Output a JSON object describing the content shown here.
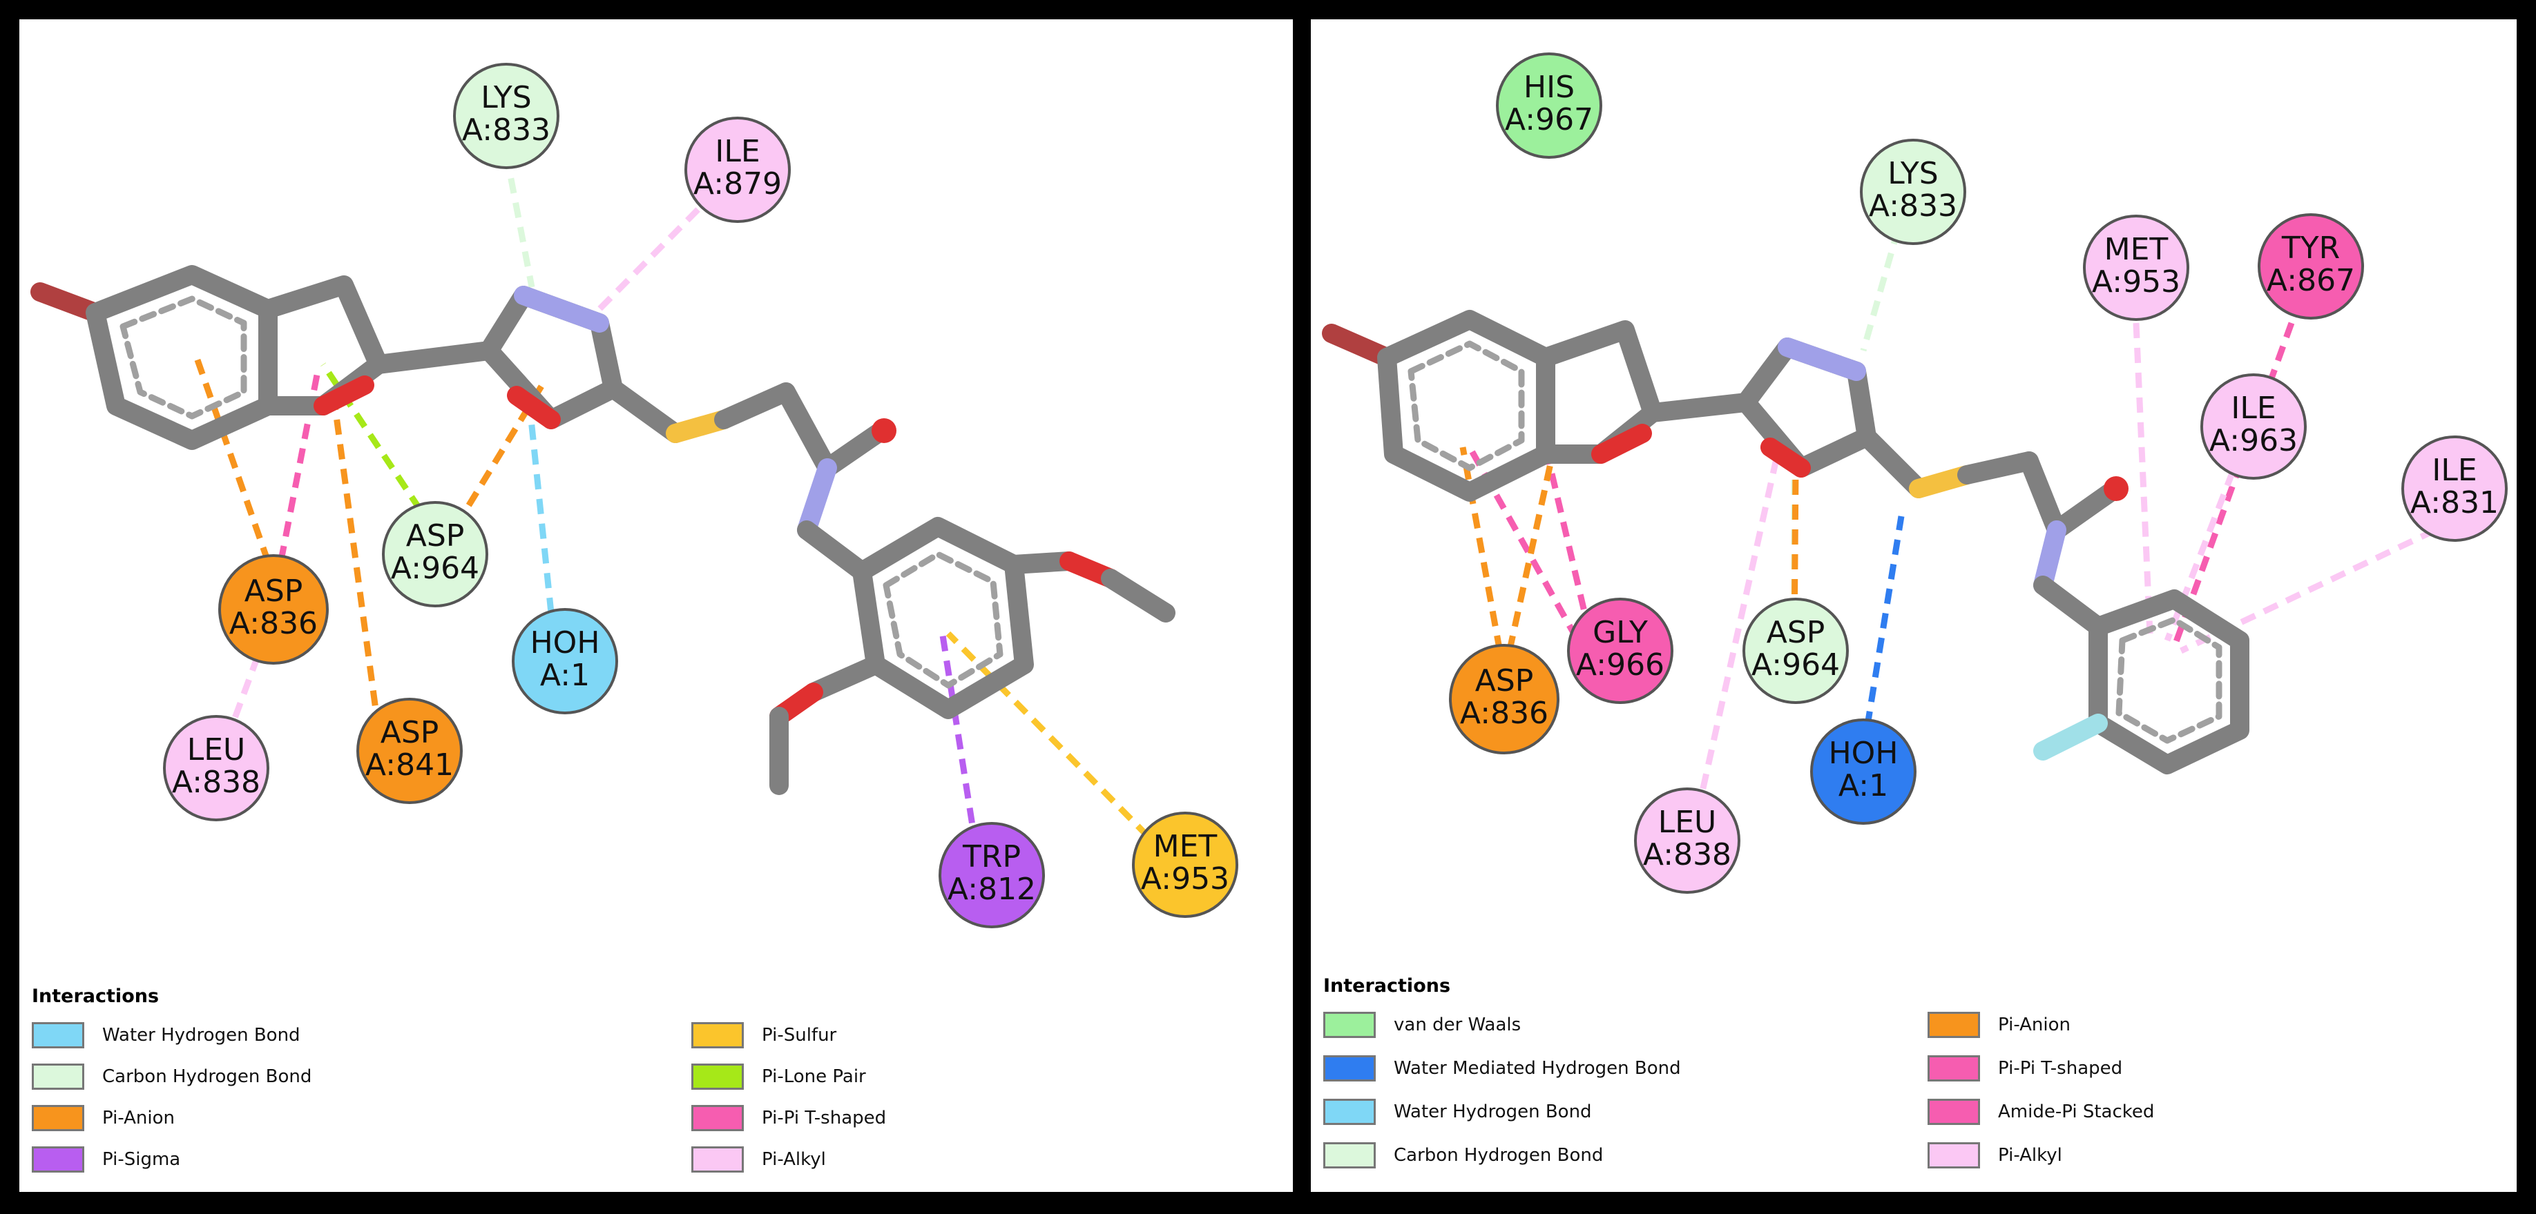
{
  "panels": [
    {
      "legend": {
        "title": "Interactions",
        "items": [
          {
            "label": "Water Hydrogen Bond",
            "color": "#7fd7f6"
          },
          {
            "label": "Carbon Hydrogen Bond",
            "color": "#dcf8dc"
          },
          {
            "label": "Pi-Anion",
            "color": "#f7941d"
          },
          {
            "label": "Pi-Sigma",
            "color": "#b85ef0"
          },
          {
            "label": "Pi-Sulfur",
            "color": "#fbc52c"
          },
          {
            "label": "Pi-Lone Pair",
            "color": "#a6e818"
          },
          {
            "label": "Pi-Pi T-shaped",
            "color": "#f65db0"
          },
          {
            "label": "Pi-Alkyl",
            "color": "#fbc8f4"
          }
        ]
      },
      "residues": [
        {
          "name": "LYS",
          "id": "A:833",
          "color": "#dcf8dc"
        },
        {
          "name": "ILE",
          "id": "A:879",
          "color": "#fbc8f4"
        },
        {
          "name": "ASP",
          "id": "A:964",
          "color": "#dcf8dc"
        },
        {
          "name": "ASP",
          "id": "A:836",
          "color": "#f7941d"
        },
        {
          "name": "HOH",
          "id": "A:1",
          "color": "#7fd7f6"
        },
        {
          "name": "LEU",
          "id": "A:838",
          "color": "#fbc8f4"
        },
        {
          "name": "ASP",
          "id": "A:841",
          "color": "#f7941d"
        },
        {
          "name": "TRP",
          "id": "A:812",
          "color": "#b85ef0"
        },
        {
          "name": "MET",
          "id": "A:953",
          "color": "#fbc52c"
        }
      ]
    },
    {
      "legend": {
        "title": "Interactions",
        "items": [
          {
            "label": "van der Waals",
            "color": "#9cf09c"
          },
          {
            "label": "Water Mediated Hydrogen Bond",
            "color": "#2f7df0"
          },
          {
            "label": "Water Hydrogen Bond",
            "color": "#7fd7f6"
          },
          {
            "label": "Carbon Hydrogen Bond",
            "color": "#dcf8dc"
          },
          {
            "label": "Pi-Anion",
            "color": "#f7941d"
          },
          {
            "label": "Pi-Pi T-shaped",
            "color": "#f65db0"
          },
          {
            "label": "Amide-Pi Stacked",
            "color": "#f65db0"
          },
          {
            "label": "Pi-Alkyl",
            "color": "#fbc8f4"
          }
        ]
      },
      "residues": [
        {
          "name": "HIS",
          "id": "A:967",
          "color": "#9cf09c"
        },
        {
          "name": "LYS",
          "id": "A:833",
          "color": "#dcf8dc"
        },
        {
          "name": "MET",
          "id": "A:953",
          "color": "#fbc8f4"
        },
        {
          "name": "TYR",
          "id": "A:867",
          "color": "#f65db0"
        },
        {
          "name": "ILE",
          "id": "A:963",
          "color": "#fbc8f4"
        },
        {
          "name": "ILE",
          "id": "A:831",
          "color": "#fbc8f4"
        },
        {
          "name": "GLY",
          "id": "A:966",
          "color": "#f65db0"
        },
        {
          "name": "ASP",
          "id": "A:964",
          "color": "#dcf8dc"
        },
        {
          "name": "ASP",
          "id": "A:836",
          "color": "#f7941d"
        },
        {
          "name": "HOH",
          "id": "A:1",
          "color": "#2f7df0"
        },
        {
          "name": "LEU",
          "id": "A:838",
          "color": "#fbc8f4"
        }
      ]
    }
  ]
}
